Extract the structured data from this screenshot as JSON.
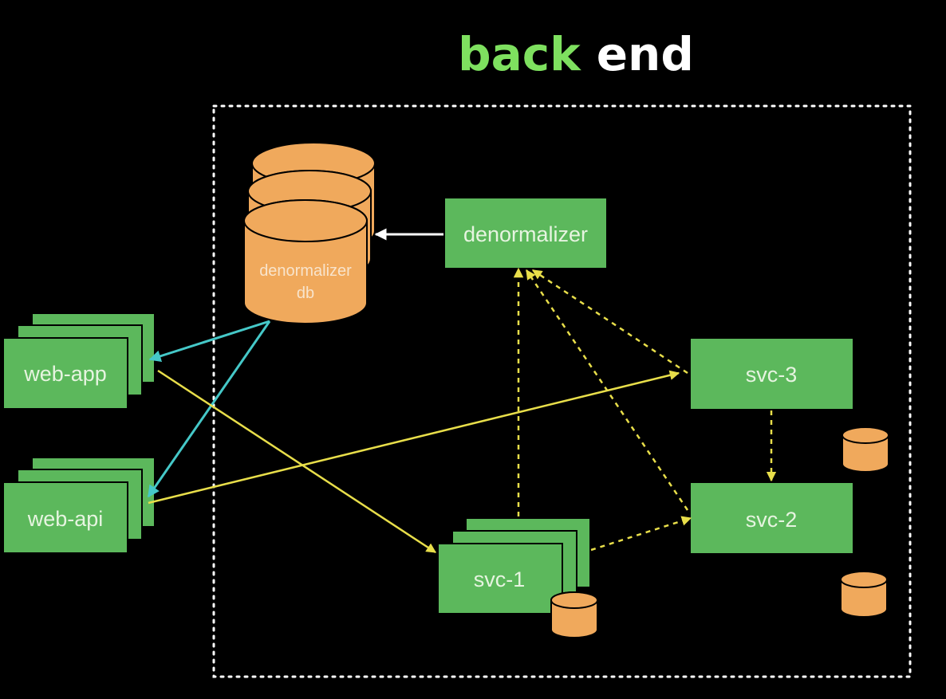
{
  "title": {
    "part1": "back",
    "part2": "end"
  },
  "colors": {
    "background": "#000000",
    "title_green": "#7ee05f",
    "title_white": "#ffffff",
    "box_green": "#5cb85c",
    "db_orange": "#f0a95c",
    "cyan": "#45c8c8",
    "yellow": "#e8de4a",
    "boundary": "#ffffff"
  },
  "nodes": {
    "denormalizer": "denormalizer",
    "denormalizer_db": [
      "denormalizer",
      "db"
    ],
    "web_app": "web-app",
    "web_api": "web-api",
    "svc_1": "svc-1",
    "svc_2": "svc-2",
    "svc_3": "svc-3"
  }
}
